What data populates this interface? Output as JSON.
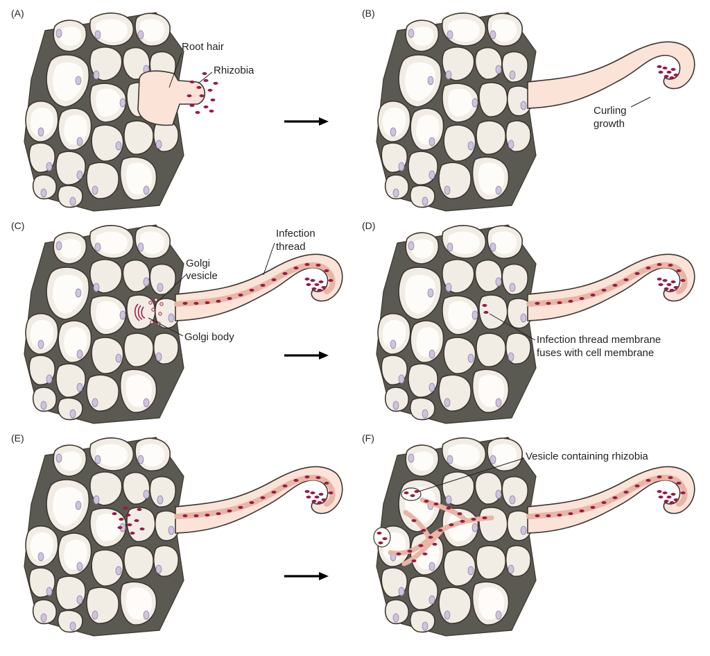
{
  "panels": [
    {
      "id": "A",
      "label": "(A)",
      "stage": "root-hair"
    },
    {
      "id": "B",
      "label": "(B)",
      "stage": "curl"
    },
    {
      "id": "C",
      "label": "(C)",
      "stage": "thread-golgi"
    },
    {
      "id": "D",
      "label": "(D)",
      "stage": "thread-fuse"
    },
    {
      "id": "E",
      "label": "(E)",
      "stage": "thread-enter"
    },
    {
      "id": "F",
      "label": "(F)",
      "stage": "thread-branch"
    }
  ],
  "annotations": {
    "root_hair": "Root hair",
    "rhizobia": "Rhizobia",
    "curling_1": "Curling",
    "curling_2": "growth",
    "infection_1": "Infection",
    "infection_2": "thread",
    "golgi_vesicle_1": "Golgi",
    "golgi_vesicle_2": "vesicle",
    "golgi_body": "Golgi body",
    "fuse_1": "Infection thread membrane",
    "fuse_2": "fuses with cell membrane",
    "vesicle_rhizobia": "Vesicle containing rhizobia"
  },
  "arrows_count": 3,
  "colors": {
    "cell_fill": "#f1ede4",
    "cell_outline": "#3a3530",
    "cell_inner": "#fdfcf8",
    "hair_fill": "#fbe3d7",
    "nucleus": "#cfc4dd",
    "interstitial": "#5b5a52",
    "rhizobia": "#a3194a",
    "thread_fill": "#f0c6b8",
    "arrow": "#000000"
  }
}
